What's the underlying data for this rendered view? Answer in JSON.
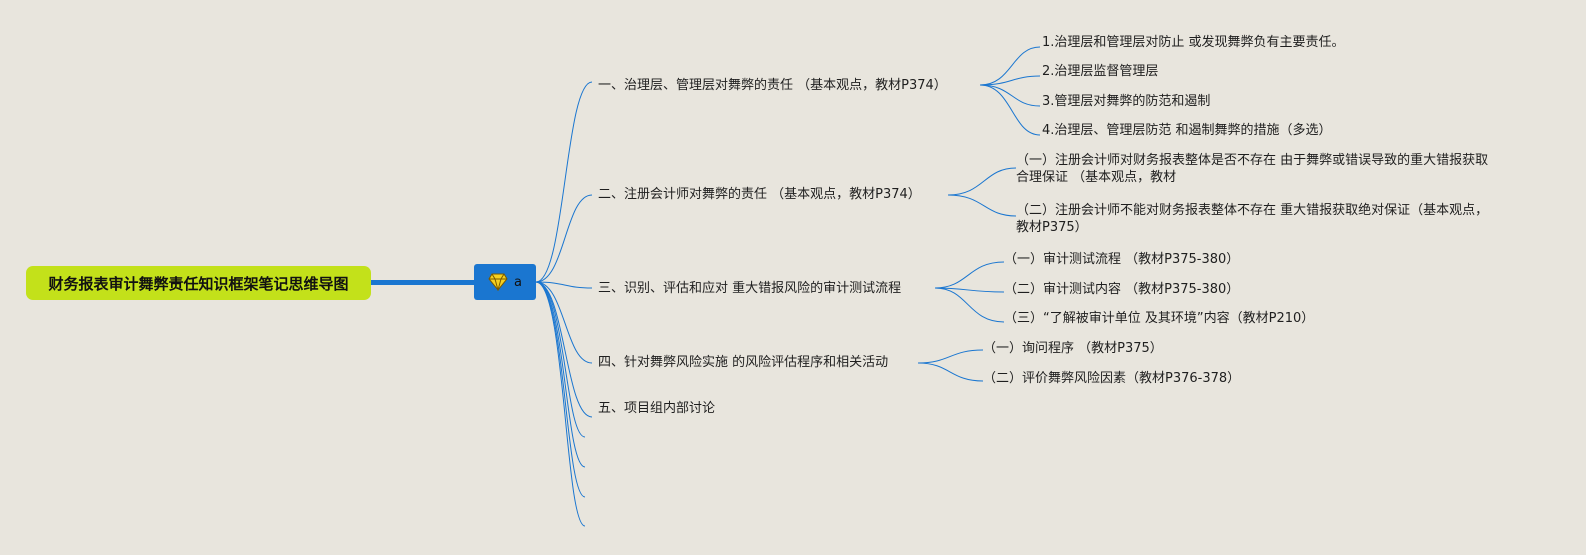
{
  "root": {
    "title": "财务报表审计舞弊责任知识框架笔记思维导图"
  },
  "hub": {
    "label": "a",
    "icon": "diamond-icon"
  },
  "colors": {
    "line": "#1a76d0",
    "root_bg": "#c3e11a",
    "hub_bg": "#1a76d0",
    "background": "#e8e5dd"
  },
  "branches": [
    {
      "label": "一、治理层、管理层对舞弊的责任 （基本观点，教材P374）",
      "children": [
        "1.治理层和管理层对防止 或发现舞弊负有主要责任。",
        "2.治理层监督管理层",
        "3.管理层对舞弊的防范和遏制",
        "4.治理层、管理层防范 和遏制舞弊的措施（多选）"
      ]
    },
    {
      "label": "二、注册会计师对舞弊的责任 （基本观点，教材P374）",
      "children": [
        "（一）注册会计师对财务报表整体是否不存在 由于舞弊或错误导致的重大错报获取合理保证 （基本观点，教材",
        "（二）注册会计师不能对财务报表整体不存在 重大错报获取绝对保证（基本观点，教材P375）"
      ]
    },
    {
      "label": "三、识别、评估和应对 重大错报风险的审计测试流程",
      "children": [
        "（一）审计测试流程 （教材P375-380）",
        "（二）审计测试内容 （教材P375-380）",
        "（三）“了解被审计单位 及其环境”内容（教材P210）"
      ]
    },
    {
      "label": "四、针对舞弊风险实施 的风险评估程序和相关活动",
      "children": [
        "（一）询问程序 （教材P375）",
        "（二）评价舞弊风险因素（教材P376-378）"
      ]
    },
    {
      "label": "五、项目组内部讨论",
      "children": []
    }
  ]
}
